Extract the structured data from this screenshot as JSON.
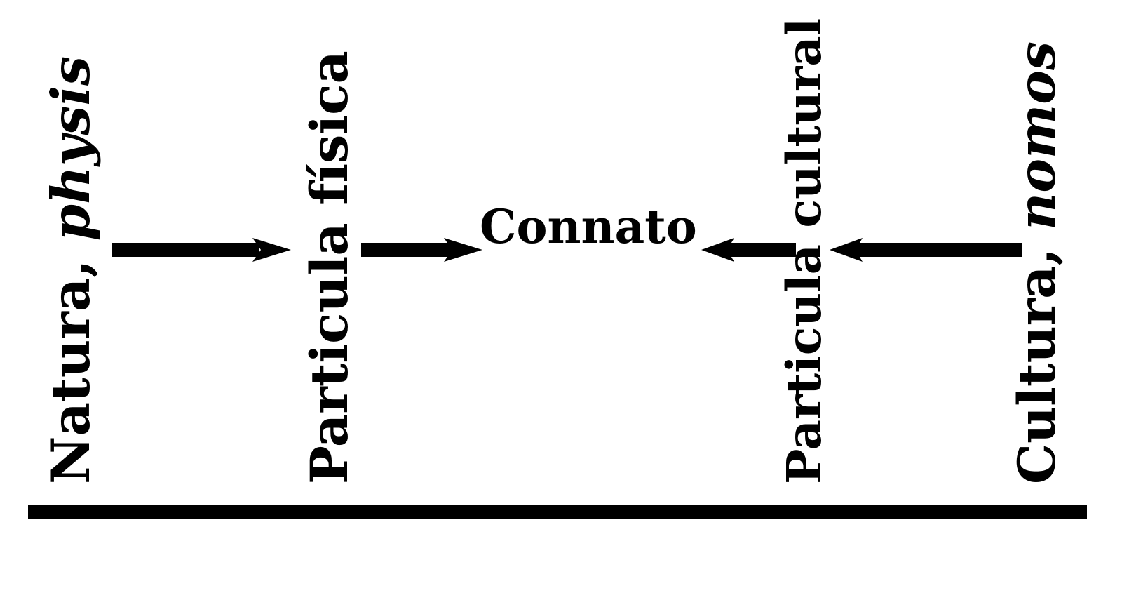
{
  "diagram": {
    "nodes": {
      "natura": {
        "text": "Natura, ",
        "italic": "physis"
      },
      "particula_fisica": {
        "text": "Particula física"
      },
      "connato": {
        "text": "Connato"
      },
      "particula_cultural": {
        "text": "Particula cultural"
      },
      "cultura": {
        "text": "Cultura, ",
        "italic": "nomos"
      }
    },
    "edges": [
      {
        "from": "Natura, physis",
        "to": "Particula física",
        "direction": "right"
      },
      {
        "from": "Particula física",
        "to": "Connato",
        "direction": "right"
      },
      {
        "from": "Particula cultural",
        "to": "Connato",
        "direction": "left"
      },
      {
        "from": "Cultura, nomos",
        "to": "Particula cultural",
        "direction": "left"
      }
    ],
    "colors": {
      "ink": "#000000",
      "background": "#ffffff"
    }
  }
}
